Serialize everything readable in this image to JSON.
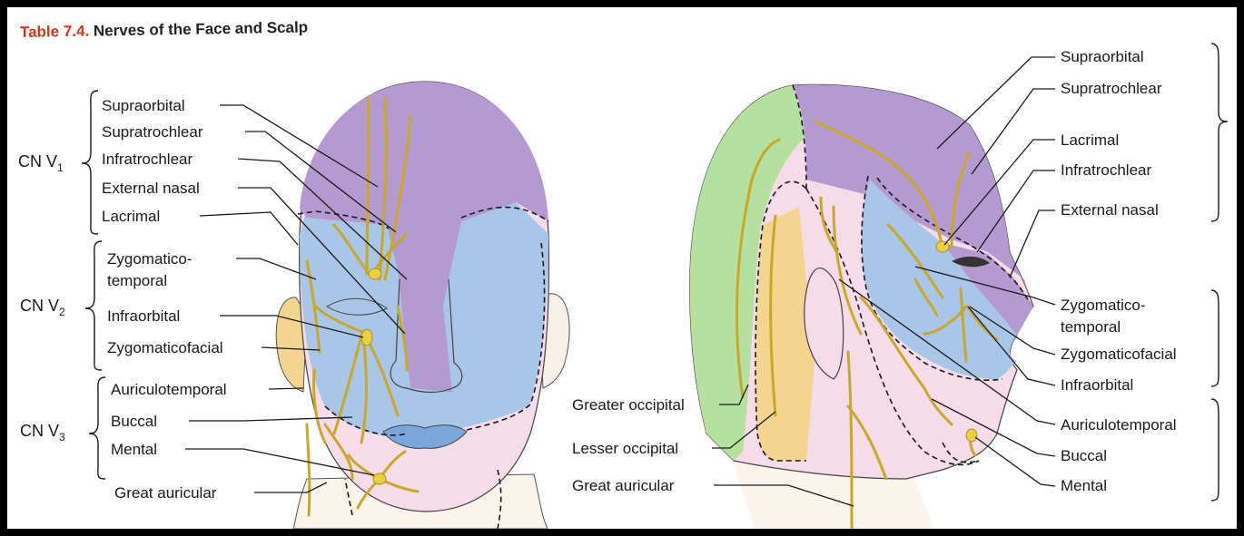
{
  "title": {
    "number": "Table 7.4.",
    "text": "Nerves of the Face and Scalp"
  },
  "groups": {
    "v1": {
      "main": "CN V",
      "sub": "1"
    },
    "v2": {
      "main": "CN V",
      "sub": "2"
    },
    "v3": {
      "main": "CN V",
      "sub": "3"
    }
  },
  "left_labels": {
    "supraorbital": "Supraorbital",
    "supratrochlear": "Supratrochlear",
    "infratrochlear": "Infratrochlear",
    "external_nasal": "External nasal",
    "lacrimal": "Lacrimal",
    "zygomaticotemporal_1": "Zygomatico-",
    "zygomaticotemporal_2": "temporal",
    "infraorbital": "Infraorbital",
    "zygomaticofacial": "Zygomaticofacial",
    "auriculotemporal": "Auriculotemporal",
    "buccal": "Buccal",
    "mental": "Mental",
    "great_auricular": "Great auricular"
  },
  "right_labels": {
    "supraorbital": "Supraorbital",
    "supratrochlear": "Supratrochlear",
    "lacrimal": "Lacrimal",
    "infratrochlear": "Infratrochlear",
    "external_nasal": "External nasal",
    "zygomaticotemporal_1": "Zygomatico-",
    "zygomaticotemporal_2": "temporal",
    "zygomaticofacial": "Zygomaticofacial",
    "infraorbital": "Infraorbital",
    "auriculotemporal": "Auriculotemporal",
    "buccal": "Buccal",
    "mental": "Mental",
    "greater_occipital": "Greater occipital",
    "lesser_occipital": "Lesser occipital",
    "great_auricular": "Great auricular"
  },
  "colors": {
    "v1_region": "#b49ad0",
    "v2_region": "#a9c6e8",
    "v3_region": "#f6dbe8",
    "cervical_green": "#b6e0a0",
    "cervical_orange": "#f3d590",
    "nerve": "#c8a828",
    "title_accent": "#d8341c"
  }
}
